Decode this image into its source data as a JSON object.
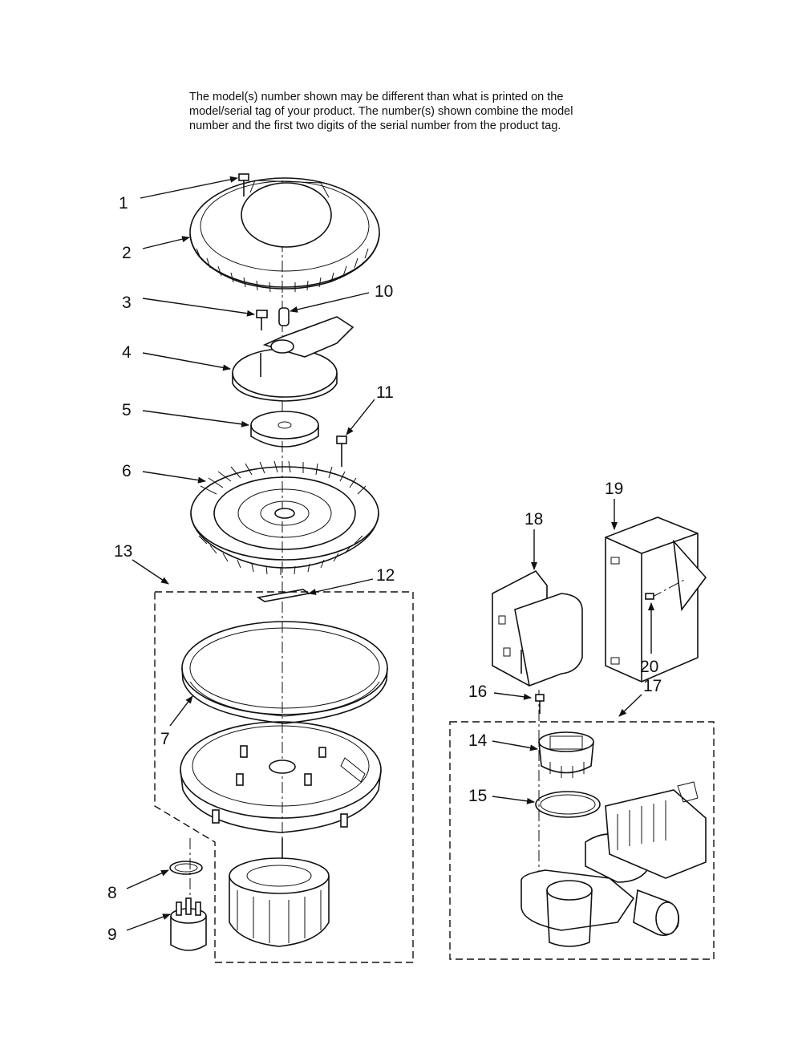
{
  "note": {
    "lines": [
      "The model(s) number shown may be different than what is printed on the",
      "model/serial tag of your product. The number(s) shown combine the model",
      "number and the first two digits of the serial number from the product tag."
    ]
  },
  "callouts": {
    "c1": "1",
    "c2": "2",
    "c3": "3",
    "c4": "4",
    "c5": "5",
    "c6": "6",
    "c7": "7",
    "c8": "8",
    "c9": "9",
    "c10": "10",
    "c11": "11",
    "c12": "12",
    "c13": "13",
    "c14": "14",
    "c15": "15",
    "c16": "16",
    "c17": "17",
    "c18": "18",
    "c19": "19",
    "c20": "20"
  }
}
